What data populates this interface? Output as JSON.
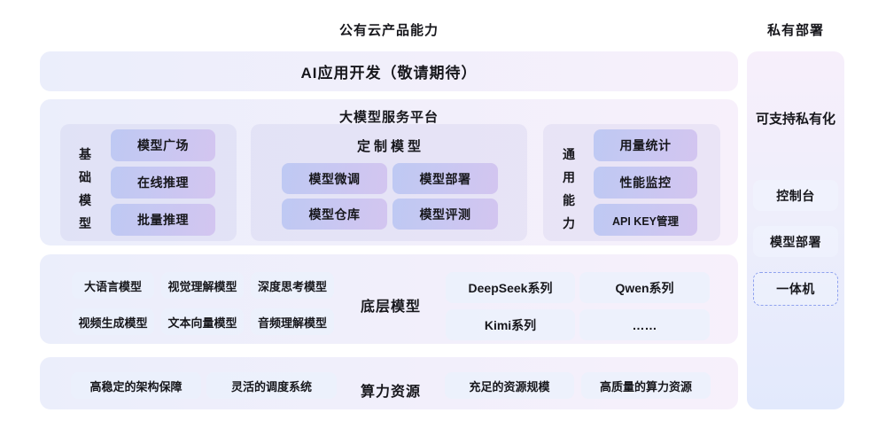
{
  "header": {
    "public_title": "公有云产品能力",
    "private_title": "私有部署"
  },
  "ai_app": {
    "label": "AI应用开发（敬请期待）"
  },
  "platform": {
    "title": "大模型服务平台",
    "groups": [
      {
        "vertical_label": [
          "基",
          "础",
          "模",
          "型"
        ],
        "pills": [
          "模型广场",
          "在线推理",
          "批量推理"
        ]
      },
      {
        "title": "定制模型",
        "pills": [
          "模型微调",
          "模型部署",
          "模型仓库",
          "模型评测"
        ]
      },
      {
        "vertical_label": [
          "通",
          "用",
          "能",
          "力"
        ],
        "pills": [
          "用量统计",
          "性能监控",
          "API KEY管理"
        ]
      }
    ]
  },
  "base_models": {
    "label": "底层模型",
    "left_items": [
      "大语言模型",
      "视觉理解模型",
      "深度思考模型",
      "视频生成模型",
      "文本向量模型",
      "音频理解模型"
    ],
    "right_items": [
      "DeepSeek系列",
      "Qwen系列",
      "Kimi系列",
      "……"
    ]
  },
  "compute": {
    "label": "算力资源",
    "items": [
      "高稳定的架构保障",
      "灵活的调度系统",
      "充足的资源规模",
      "高质量的算力资源"
    ]
  },
  "private_column": {
    "title": "可支持私有化",
    "buttons": [
      "控制台",
      "模型部署"
    ],
    "dashed_button": "一体机"
  },
  "colors": {
    "band_left": "#ebeefb",
    "band_right": "#f7f0fb",
    "pill_left": "#bec9f3",
    "pill_right": "#d3c5f0",
    "column_top": "#f7effb",
    "column_bottom": "#e2e9fc",
    "dashed_border": "#8fa2ee",
    "text": "#17171c"
  }
}
